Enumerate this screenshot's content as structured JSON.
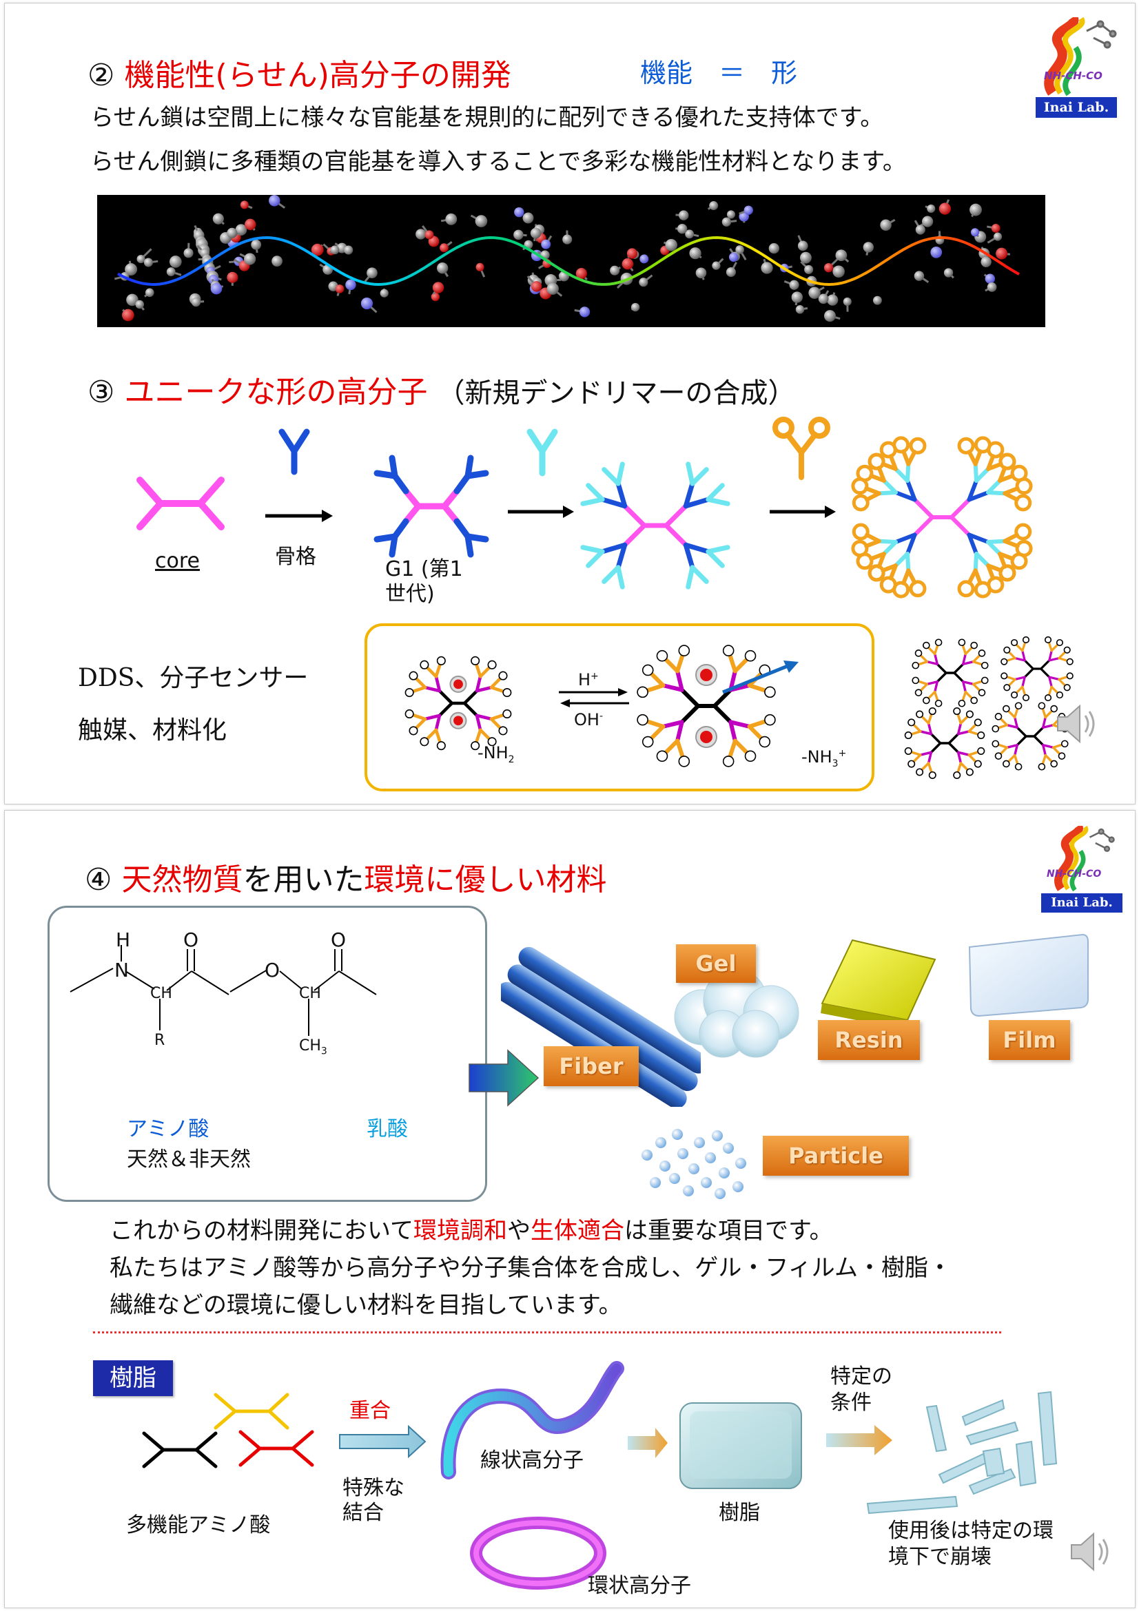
{
  "slide1": {
    "logo_label": "Inai Lab.",
    "logo_text": "NH-CH-CO",
    "sec2": {
      "num": "②",
      "title": "機能性(らせん)高分子の開発",
      "tagline": "機能　＝　形",
      "line1": "らせん鎖は空間上に様々な官能基を規則的に配列できる優れた支持体です。",
      "line2": "らせん側鎖に多種類の官能基を導入することで多彩な機能性材料となります。"
    },
    "sec3": {
      "num": "③",
      "title": "ユニークな形の高分子",
      "subtitle": "（新規デンドリマーの合成）",
      "label_core": "core",
      "label_skeleton": "骨格",
      "label_g1_a": "G1 (第1",
      "label_g1_b": "世代)",
      "app_line1": "DDS、分子センサー",
      "app_line2": "触媒、材料化",
      "h_plus": "H",
      "h_plus_sup": "+",
      "oh_minus": "OH",
      "oh_minus_sup": "-",
      "nh2": "-NH",
      "nh2_sub": "2",
      "nh3": "-NH",
      "nh3_sub": "3",
      "nh3_sup": "+"
    }
  },
  "slide2": {
    "logo_label": "Inai Lab.",
    "logo_text": "NH-CH-CO",
    "sec4": {
      "num": "④",
      "title_red1": "天然物質",
      "title_black1": "を用いた",
      "title_red2": "環境に優しい材料"
    },
    "chem": {
      "H": "H",
      "N": "N",
      "O_top1": "O",
      "CH1": "CH",
      "R": "R",
      "O_ether": "O",
      "CH2": "CH",
      "O_top2": "O",
      "CH3": "CH",
      "CH3_sub": "3",
      "amino_acid": "アミノ酸",
      "natural": "天然＆非天然",
      "lactic_acid": "乳酸"
    },
    "materials": {
      "gel": "Gel",
      "resin": "Resin",
      "film": "Film",
      "fiber": "Fiber",
      "particle": "Particle"
    },
    "body": {
      "l1_a": "これからの材料開発において",
      "l1_r1": "環境調和",
      "l1_b": "や",
      "l1_r2": "生体適合",
      "l1_c": "は重要な項目です。",
      "l2": "私たちはアミノ酸等から高分子や分子集合体を合成し、ゲル・フィルム・樹脂・",
      "l3": "繊維などの環境に優しい材料を目指しています。"
    },
    "resin_flow": {
      "badge": "樹脂",
      "multi_amino": "多機能アミノ酸",
      "polymerize": "重合",
      "special_1": "特殊な",
      "special_2": "結合",
      "linear_polymer": "線状高分子",
      "cyclic_polymer": "環状高分子",
      "resin": "樹脂",
      "cond_1": "特定の",
      "cond_2": "条件",
      "after_1": "使用後は特定の環",
      "after_2": "境下で崩壊"
    }
  },
  "colors": {
    "red": "#e60000",
    "blue": "#0b5cd6",
    "cyan": "#0aa0e0",
    "magenta": "#ff55ee",
    "dendron_blue": "#1a4fd8",
    "dendron_cyan": "#6ee6f0",
    "dendron_orange": "#f2a21c"
  }
}
